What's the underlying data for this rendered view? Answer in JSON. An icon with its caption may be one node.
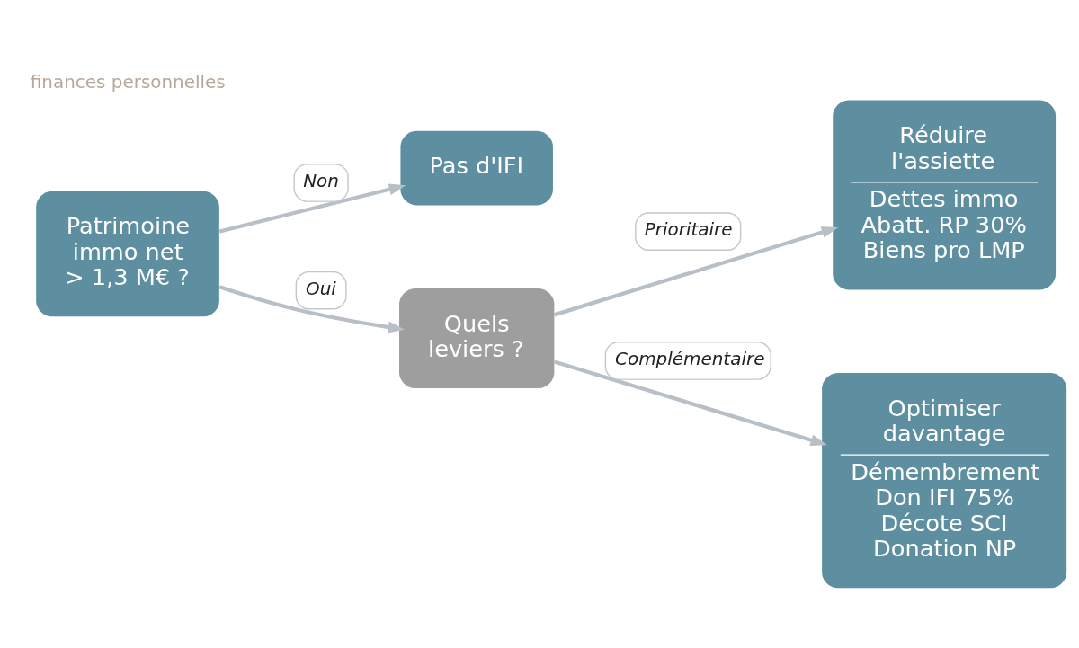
{
  "diagram": {
    "nodes": [
      {
        "text": [
          "Patrimoine immo net > 1,3 M€ ?"
        ]
      },
      {
        "text": [
          "Pas d'IFI"
        ]
      },
      {
        "text": [
          "Quels leviers ?"
        ]
      },
      {
        "text": [
          "Réduire l'assiette",
          "Dettes immo",
          "Abatt. RP 30%",
          "Biens pro LMP"
        ]
      },
      {
        "text": [
          "Optimiser davantage",
          "Démembrement",
          "Don IFI 75%",
          "Décote SCI",
          "Donation NP"
        ]
      }
    ],
    "edges": [
      {
        "from": 0,
        "to": 1,
        "arrow": "to",
        "label": "Non"
      },
      {
        "from": 0,
        "to": 2,
        "arrow": "to",
        "label": "Oui"
      },
      {
        "from": 2,
        "to": 3,
        "arrow": "to",
        "label": "Prioritaire"
      },
      {
        "from": 2,
        "to": 4,
        "arrow": "to",
        "label": "Complémentaire"
      }
    ],
    "labels": [
      "finances personnelles"
    ]
  }
}
